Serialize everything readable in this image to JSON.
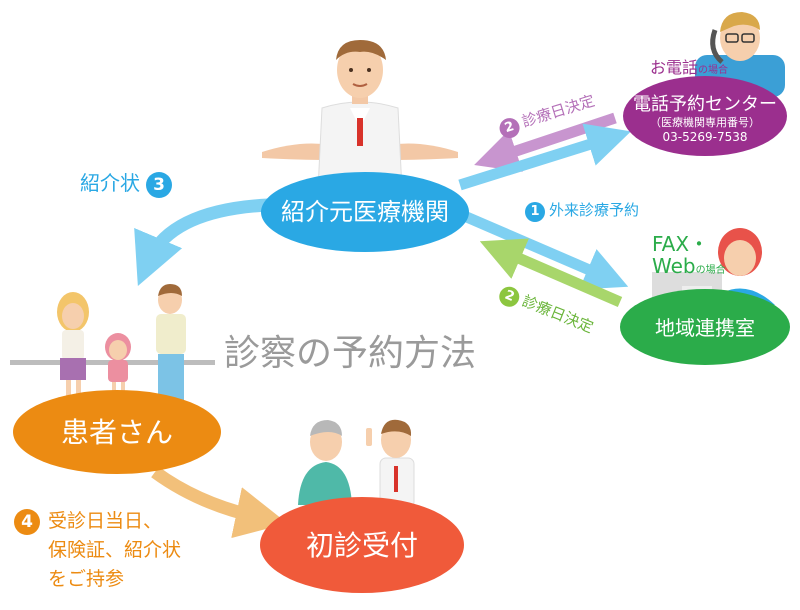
{
  "title": "診察の予約方法",
  "nodes": {
    "referrer": "紹介元医療機関",
    "call_center": {
      "name": "電話予約センター",
      "note": "（医療機関専用番号）",
      "phone": "03-5269-7538"
    },
    "liaison": "地域連携室",
    "patient": "患者さん",
    "reception": "初診受付"
  },
  "tags": {
    "phone_main": "お電話",
    "phone_suffix": "の場合",
    "fax_line1": "FAX・",
    "fax_line2_main": "Web",
    "fax_line2_suffix": "の場合"
  },
  "steps": {
    "s1": {
      "num": "1",
      "text": "外来診療予約"
    },
    "s2a": {
      "num": "2",
      "text": "診療日決定"
    },
    "s2b": {
      "num": "2",
      "text": "診療日決定"
    },
    "s3": {
      "num": "3",
      "text": "紹介状"
    },
    "s4": {
      "num": "4",
      "lines": [
        "受診日当日、",
        "保険証、紹介状",
        "をご持参"
      ]
    }
  },
  "colors": {
    "blue": "#2aa8e4",
    "light_blue": "#7fd0f2",
    "purple": "#9b2f8e",
    "light_purple": "#c895cf",
    "green": "#2bac4a",
    "light_green": "#a8d66b",
    "orange": "#ec8b12",
    "light_orange": "#f2b25c",
    "red": "#f05a3a",
    "gray": "#9a9a9a"
  }
}
